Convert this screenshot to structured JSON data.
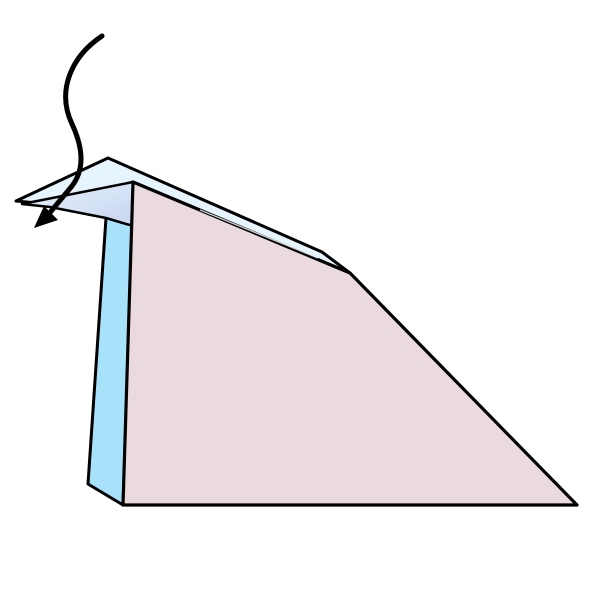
{
  "diagram": {
    "kind": "origami-fold-step",
    "colors": {
      "background": "#ffffff",
      "paper_front": "#ead9de",
      "paper_back": "#a8e2fa",
      "fold_flap_light": "#e6f4fd",
      "fold_flap_mid": "#c9d4f0",
      "outline": "#000000"
    },
    "arrow": {
      "icon": "fold-direction-arrow",
      "meaning": "fold-down"
    }
  }
}
